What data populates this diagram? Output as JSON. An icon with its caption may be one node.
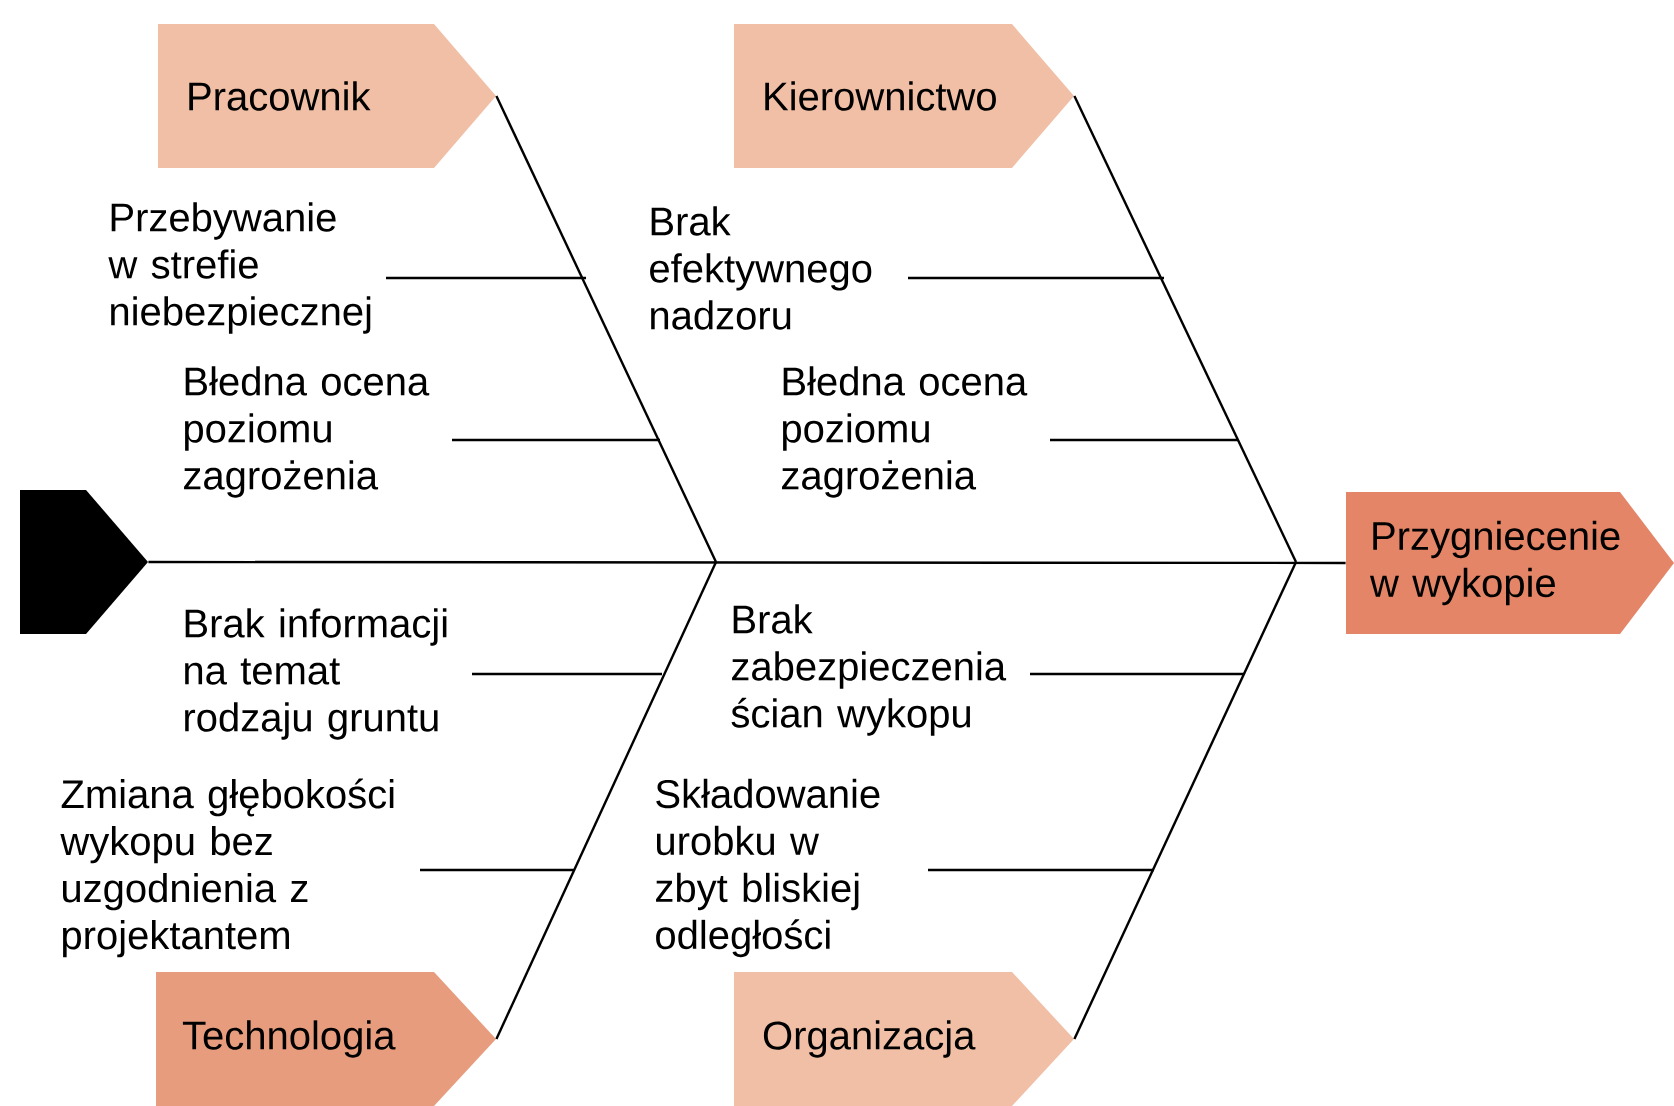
{
  "diagram": {
    "nodes": [
      {
        "text": [
          "Przygniecenie w wykopie"
        ]
      },
      {
        "text": [],
        "shape": "chevron"
      },
      {
        "text": [
          "Pracownik"
        ]
      },
      {
        "text": [
          "Kierownictwo"
        ]
      },
      {
        "text": [
          "Technologia"
        ]
      },
      {
        "text": [
          "Organizacja"
        ]
      },
      {
        "text": [
          "Przebywanie w strefie niebezpiecznej"
        ]
      },
      {
        "text": [
          "Błedna ocena poziomu zagrożenia"
        ]
      },
      {
        "text": [
          "Brak efektywnego nadzoru"
        ]
      },
      {
        "text": [
          "Błedna ocena poziomu zagrożenia"
        ]
      },
      {
        "text": [
          "Brak informacji na temat rodzaju gruntu"
        ]
      },
      {
        "text": [
          "Zmiana głębokości wykopu bez uzgodnienia z projektantem"
        ]
      },
      {
        "text": [
          "Brak zabezpieczenia ścian wykopu"
        ]
      },
      {
        "text": [
          "Składowanie urobku w zbyt bliskiej odległości"
        ]
      }
    ],
    "edges": [
      {
        "from": 1,
        "to": 0,
        "arrow": "none"
      },
      {
        "from": 2,
        "to": null,
        "arrow": "none"
      },
      {
        "from": 3,
        "to": null,
        "arrow": "none"
      },
      {
        "from": 4,
        "to": null,
        "arrow": "none"
      },
      {
        "from": 5,
        "to": null,
        "arrow": "none"
      },
      {
        "from": 6,
        "to": null,
        "arrow": "none"
      },
      {
        "from": 7,
        "to": null,
        "arrow": "none"
      },
      {
        "from": 8,
        "to": null,
        "arrow": "none"
      },
      {
        "from": 9,
        "to": null,
        "arrow": "none"
      },
      {
        "from": 10,
        "to": null,
        "arrow": "none"
      },
      {
        "from": 11,
        "to": null,
        "arrow": "none"
      },
      {
        "from": 12,
        "to": null,
        "arrow": "none"
      },
      {
        "from": 13,
        "to": null,
        "arrow": "none"
      }
    ]
  }
}
